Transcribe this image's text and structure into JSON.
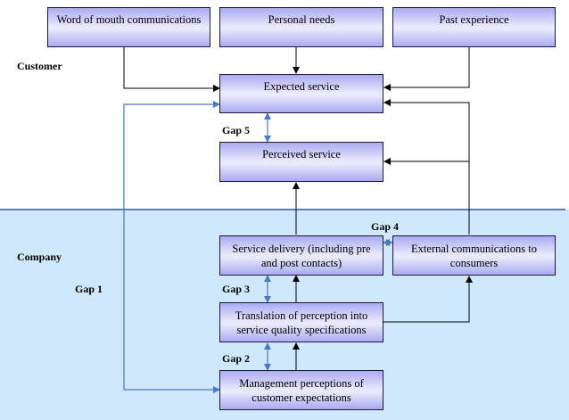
{
  "sections": {
    "customer": "Customer",
    "company": "Company"
  },
  "boxes": {
    "word_of_mouth": "Word of mouth communications",
    "personal_needs": "Personal needs",
    "past_experience": "Past experience",
    "expected_service": "Expected service",
    "perceived_service": "Perceived service",
    "service_delivery": "Service delivery (including pre and post contacts)",
    "external_comms": "External communications to consumers",
    "translation": "Translation of perception into service quality specifications",
    "management": "Management perceptions of customer expectations"
  },
  "gaps": {
    "gap1": "Gap 1",
    "gap2": "Gap 2",
    "gap3": "Gap 3",
    "gap4": "Gap 4",
    "gap5": "Gap 5"
  },
  "colors": {
    "company_background": "#cfe8fb",
    "gap_arrow": "#4a78c8",
    "box_gradient_edge": "#aaaaf2",
    "box_gradient_center": "#e9e9fd"
  }
}
